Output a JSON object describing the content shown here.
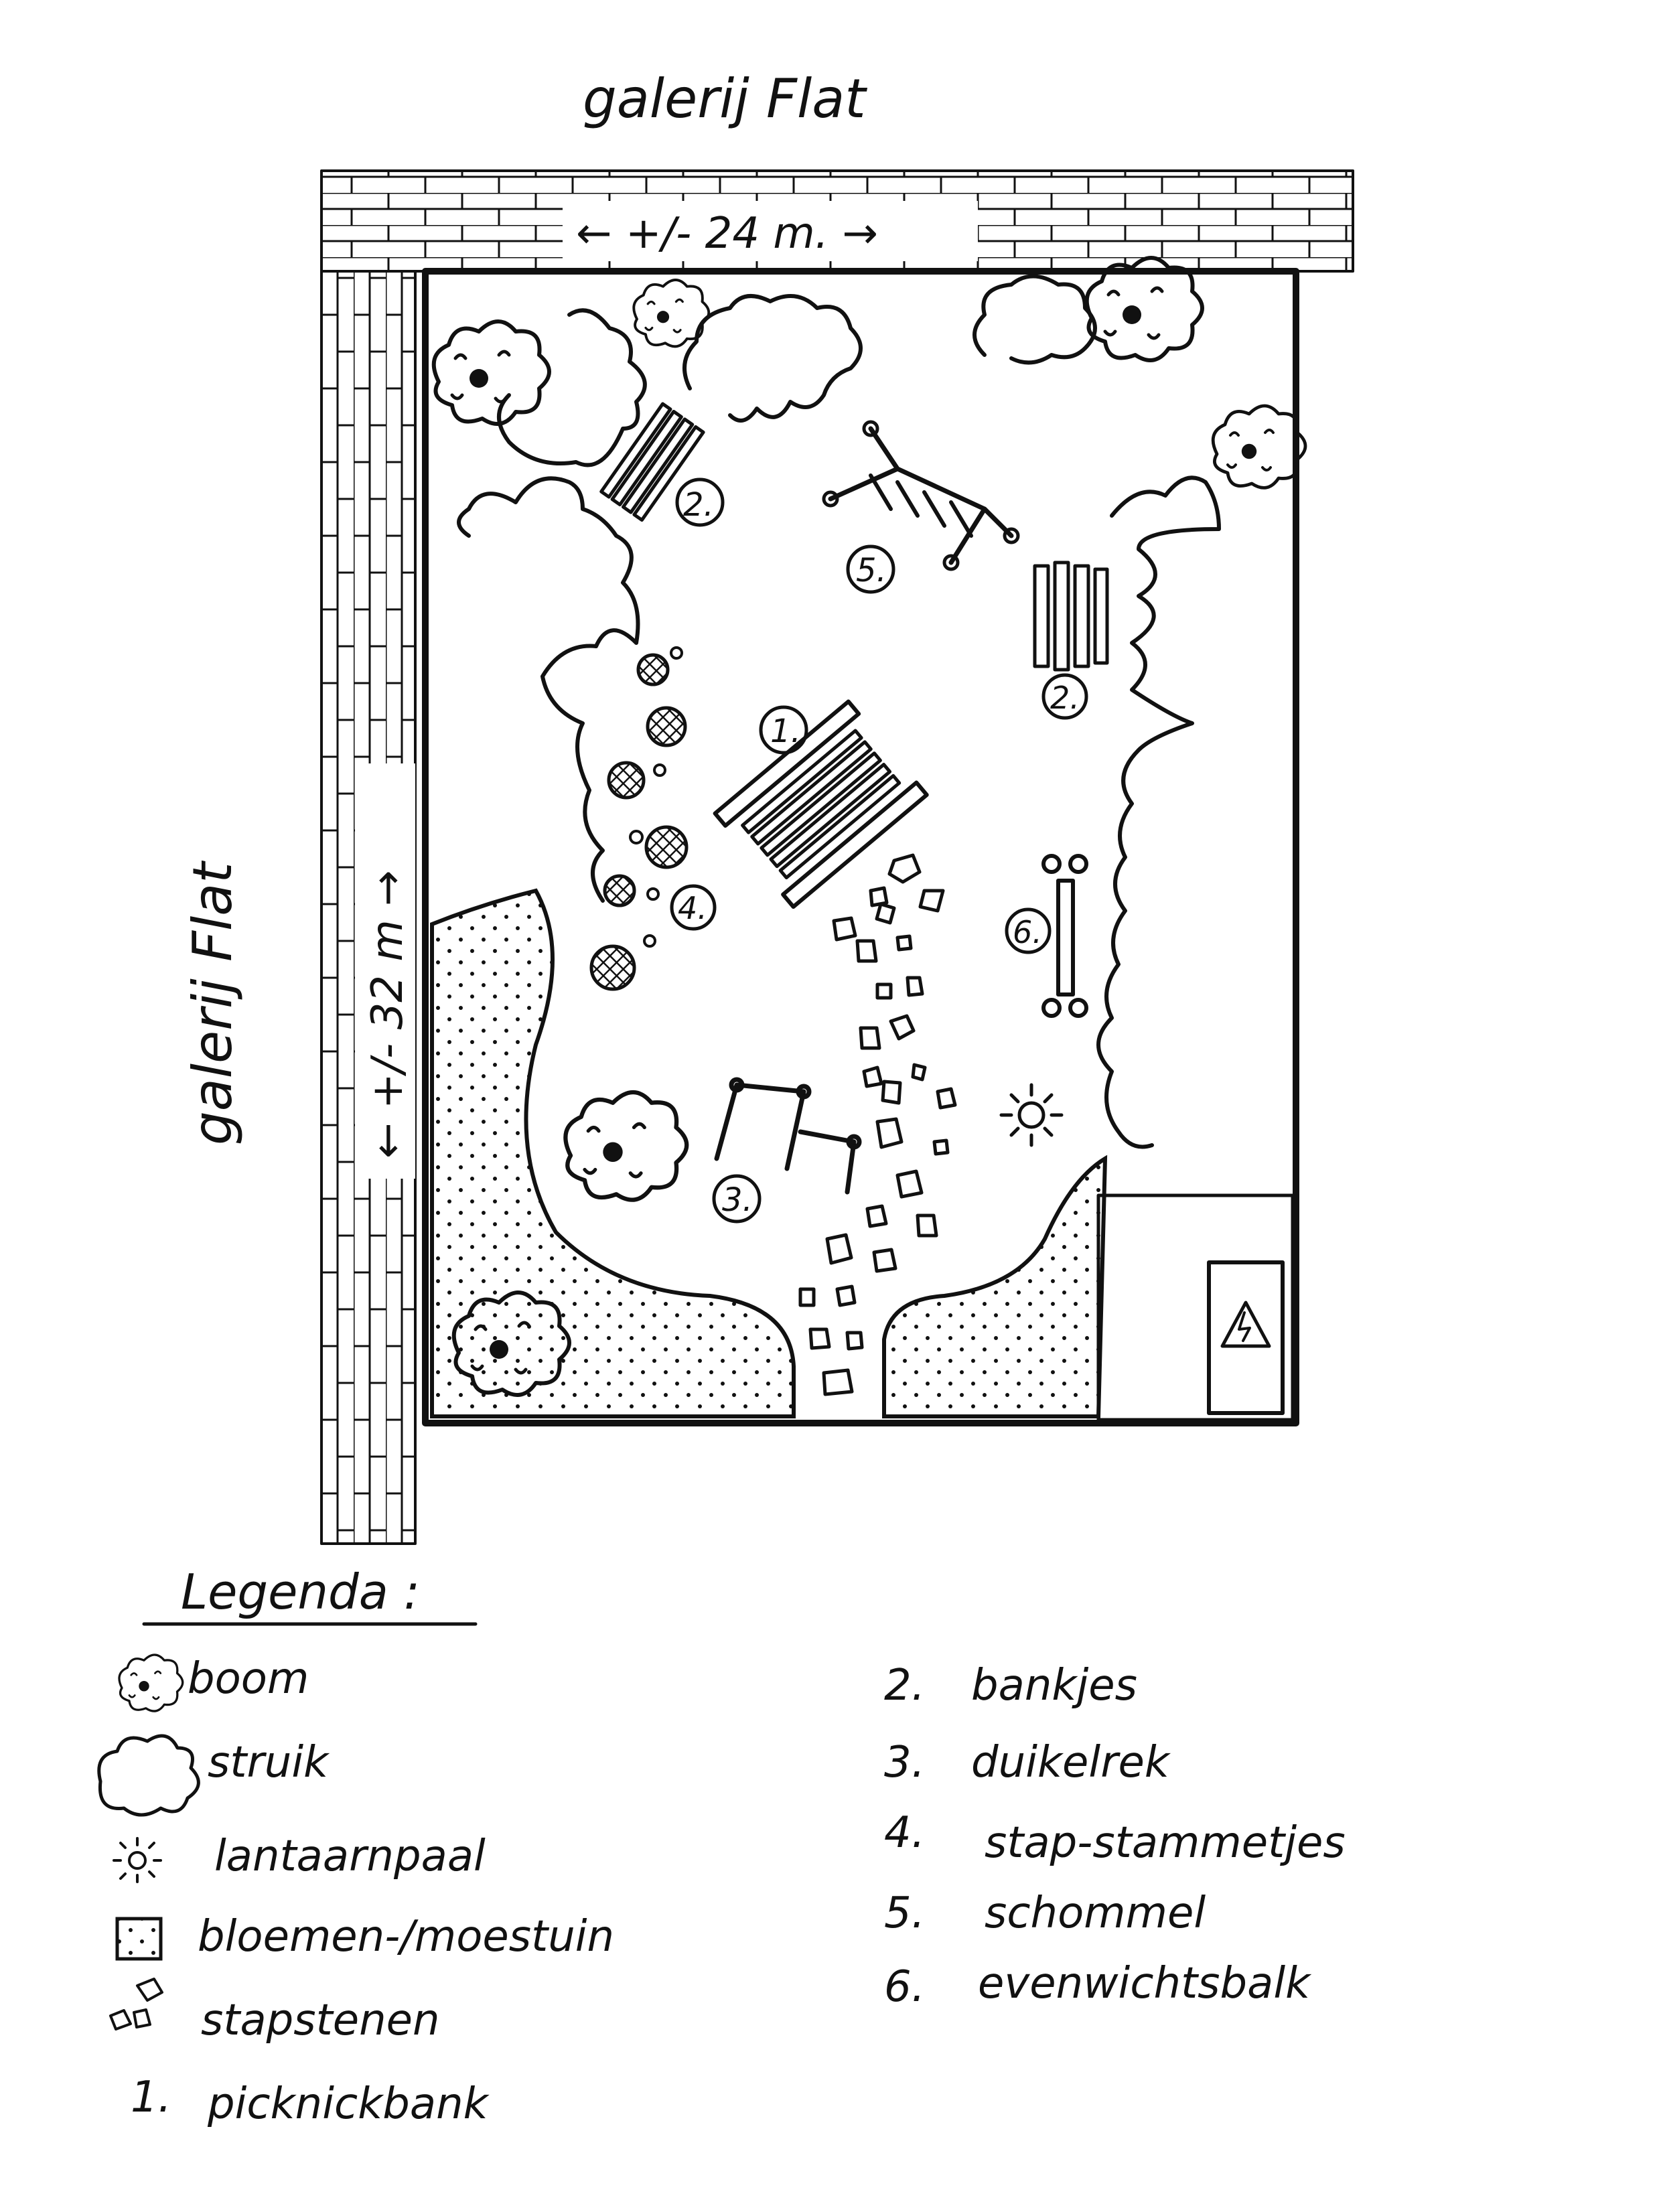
{
  "header": {
    "top_label": "galerij Flat",
    "left_label": "galerij Flat",
    "width_label": "← +/- 24 m. →",
    "height_label": "← +/- 32 m →"
  },
  "markers": {
    "picnic_table": "1.",
    "bench_top": "2.",
    "bench_right": "2.",
    "climbing_bar": "3.",
    "stepping_logs": "4.",
    "swing": "5.",
    "balance_beam": "6."
  },
  "legend": {
    "title": "Legenda :",
    "symbols": [
      {
        "icon": "tree-icon",
        "label": "boom"
      },
      {
        "icon": "shrub-icon",
        "label": "struik"
      },
      {
        "icon": "lamppost-icon",
        "label": "lantaarnpaal"
      },
      {
        "icon": "flowerbed-icon",
        "label": "bloemen-/moestuin"
      },
      {
        "icon": "stepping-stones-icon",
        "label": "stapstenen"
      },
      {
        "icon": "",
        "label": "picknickbank",
        "number": "1."
      }
    ],
    "numbered": [
      {
        "number": "2.",
        "label": "bankjes"
      },
      {
        "number": "3.",
        "label": "duikelrek"
      },
      {
        "number": "4.",
        "label": "stap-stammetjes"
      },
      {
        "number": "5.",
        "label": "schommel"
      },
      {
        "number": "6.",
        "label": "evenwichtsbalk"
      }
    ]
  },
  "colors": {
    "ink": "#111111",
    "paper": "#ffffff"
  }
}
